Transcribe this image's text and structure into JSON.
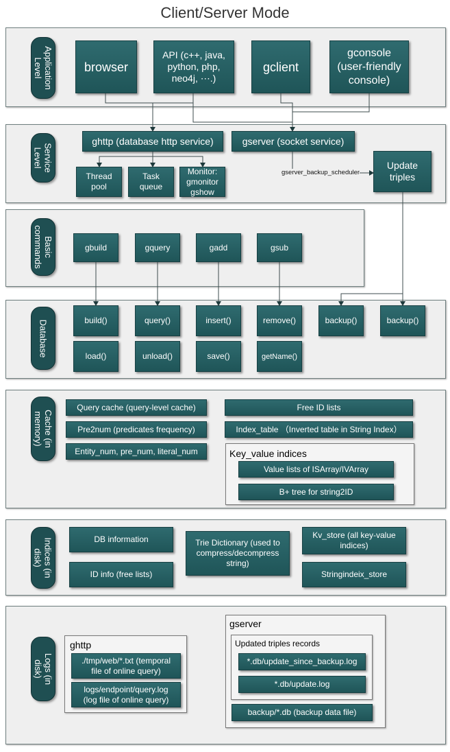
{
  "title": "Client/Server Mode",
  "application": {
    "label": "Application\nLevel",
    "browser": "browser",
    "api": "API (c++, java,\npython, php,\nneo4j, ⋯.)",
    "gclient": "gclient",
    "gconsole": "gconsole\n(user-friendly\nconsole)"
  },
  "service": {
    "label": "Service\nLevel",
    "ghttp": "ghttp (database http service)",
    "gserver": "gserver (socket service)",
    "thread_pool": "Thread\npool",
    "task_queue": "Task\nqueue",
    "monitor": "Monitor:\ngmonitor\ngshow",
    "update_triples": "Update\ntriples",
    "scheduler_label": "gserver_backup_scheduler"
  },
  "basic": {
    "label": "Basic\ncommands",
    "gbuild": "gbuild",
    "gquery": "gquery",
    "gadd": "gadd",
    "gsub": "gsub"
  },
  "database": {
    "label": "Database",
    "build": "build()",
    "query": "query()",
    "insert": "insert()",
    "remove": "remove()",
    "backup1": "backup()",
    "backup2": "backup()",
    "load": "load()",
    "unload": "unload()",
    "save": "save()",
    "getname": "getName()"
  },
  "cache": {
    "label": "Cache (in\nmemory)",
    "query_cache": "Query cache (query-level cache)",
    "pre2num": "Pre2num (predicates frequency)",
    "entity_num": "Entity_num, pre_num, literal_num",
    "free_id": "Free ID lists",
    "index_table": "Index_table （Inverted table in String Index）",
    "kv_title": "Key_value indices",
    "value_lists": "Value lists of ISArray/IVArray",
    "bplus": "B+ tree for string2ID"
  },
  "indices": {
    "label": "Indices (in\ndisk)",
    "db_info": "DB information",
    "id_info": "ID info (free lists)",
    "trie": "Trie Dictionary (used to\ncompress/decompress\nstring)",
    "kv_store": "Kv_store (all key-value\nindices)",
    "string_store": "Stringindeix_store"
  },
  "logs": {
    "label": "Logs (in\ndisk)",
    "ghttp_title": "ghttp",
    "tmp_web": "./tmp/web/*.txt (temporal\nfile of online query)",
    "query_log": "logs/endpoint/query.log\n(log file of online query)",
    "gserver_title": "gserver",
    "updated_title": "Updated triples records",
    "update_since": "*.db/update_since_backup.log",
    "update_log": "*.db/update.log",
    "backup_file": "backup/*.db (backup data file)"
  }
}
